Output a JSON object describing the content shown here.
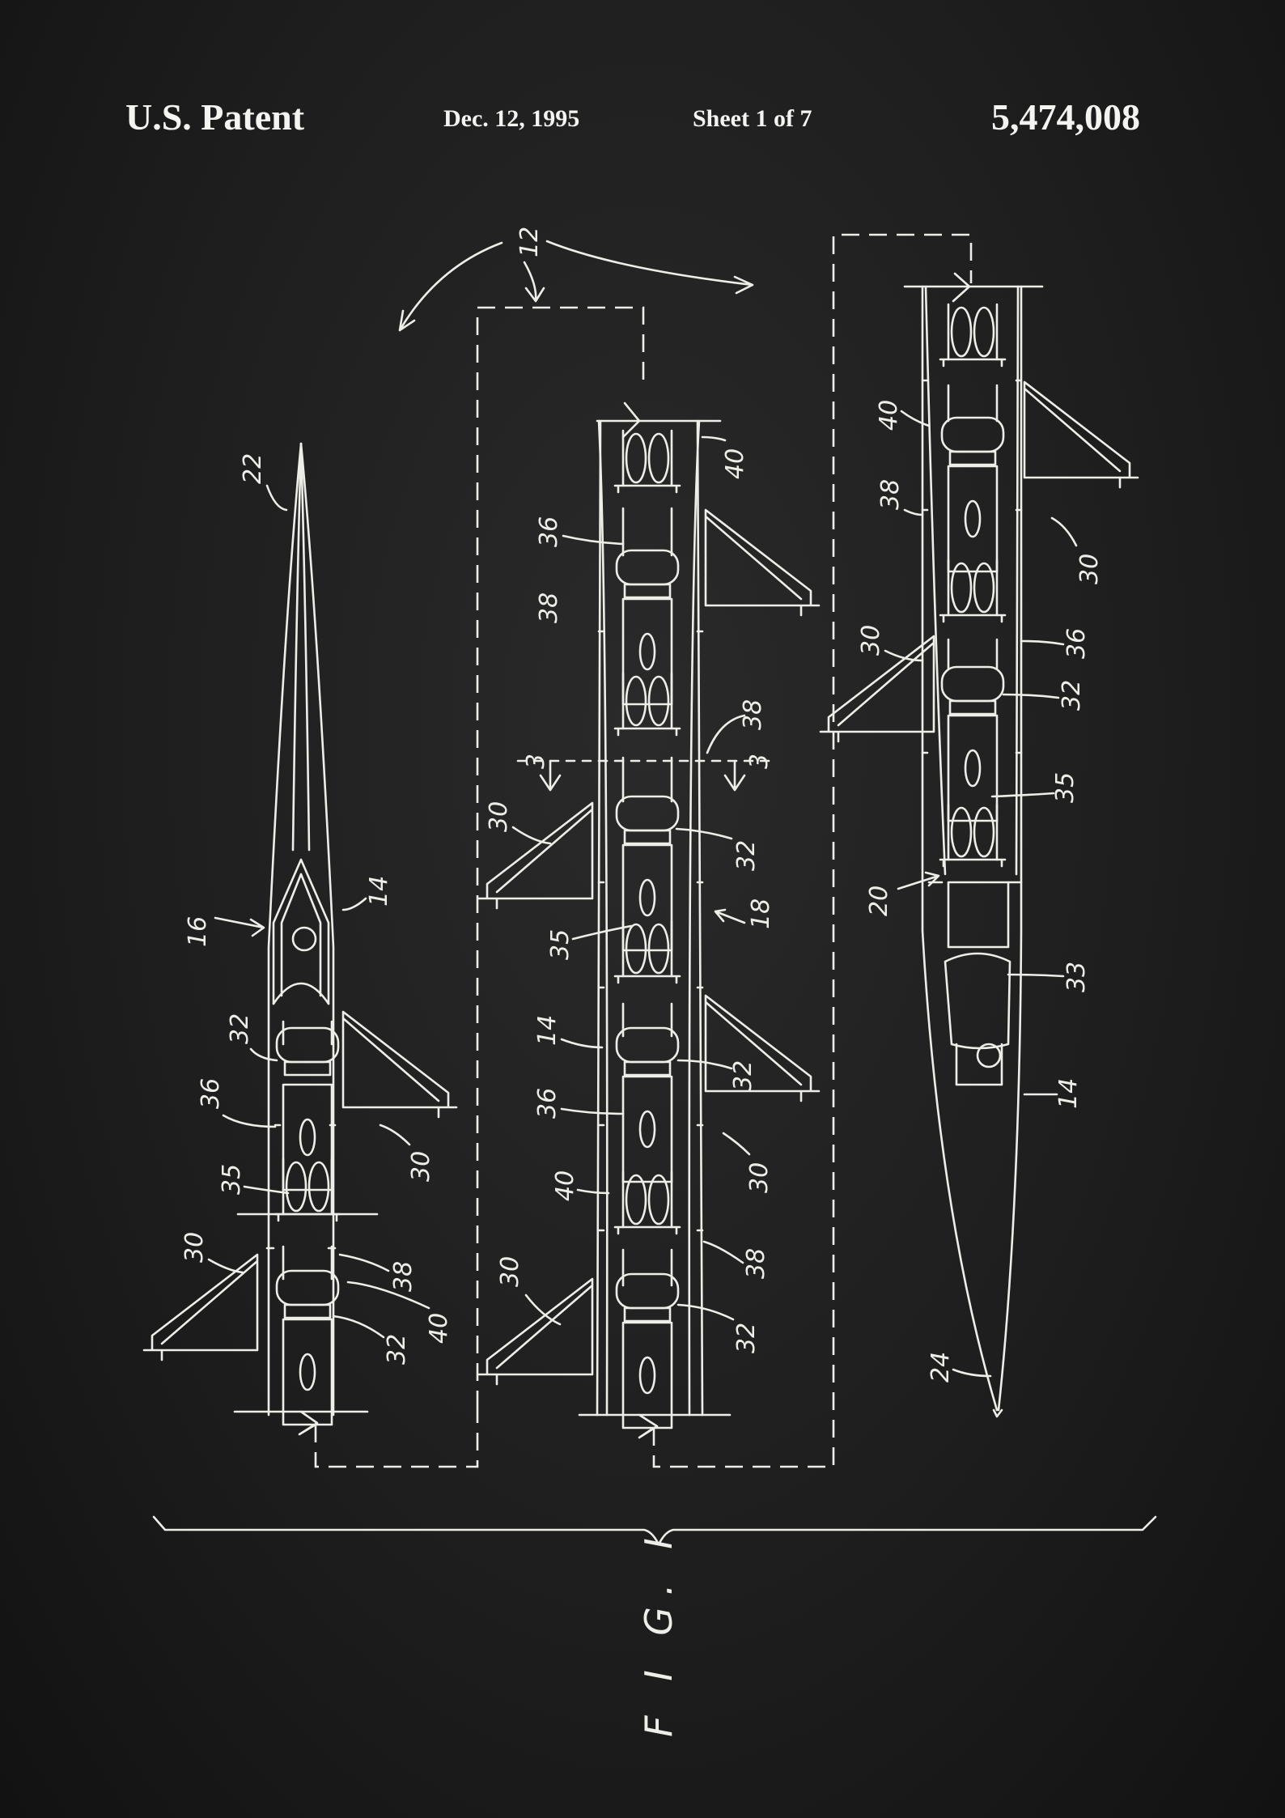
{
  "header": {
    "title": "U.S. Patent",
    "date": "Dec. 12, 1995",
    "sheet": "Sheet 1 of 7",
    "patent_number": "5,474,008"
  },
  "figure_label": "F I G. I",
  "reference_numerals": {
    "n12": "12",
    "n22": "22",
    "n14": "14",
    "n16": "16",
    "n32": "32",
    "n36": "36",
    "n35": "35",
    "n30": "30",
    "n38": "38",
    "n40": "40",
    "n18": "18",
    "n3": "3",
    "n20": "20",
    "n33": "33",
    "n24": "24"
  }
}
